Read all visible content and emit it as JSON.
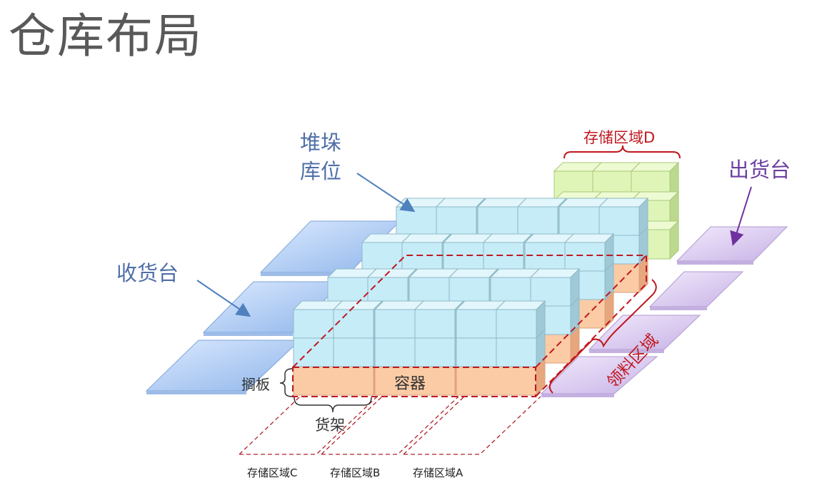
{
  "title": "仓库布局",
  "labels": {
    "stack_line1": "堆垛",
    "stack_line2": "库位",
    "receiving": "收货台",
    "shipping": "出货台",
    "zone_d": "存储区域D",
    "picking": "领料区域",
    "pallet": "搁板",
    "container": "容器",
    "rack": "货架",
    "zone_c": "存储区域C",
    "zone_b": "存储区域B",
    "zone_a": "存储区域A"
  },
  "colors": {
    "title": "#595959",
    "label_blue": "#4f6fa8",
    "label_purple": "#6b3fa0",
    "red": "#c0181f",
    "box_blue": "#c6ecf8",
    "box_green": "#dff5b8",
    "pallet_orange": "#fbcba6",
    "dock_blue": "#a8c8f0",
    "dock_purple": "#d9c8ef"
  }
}
